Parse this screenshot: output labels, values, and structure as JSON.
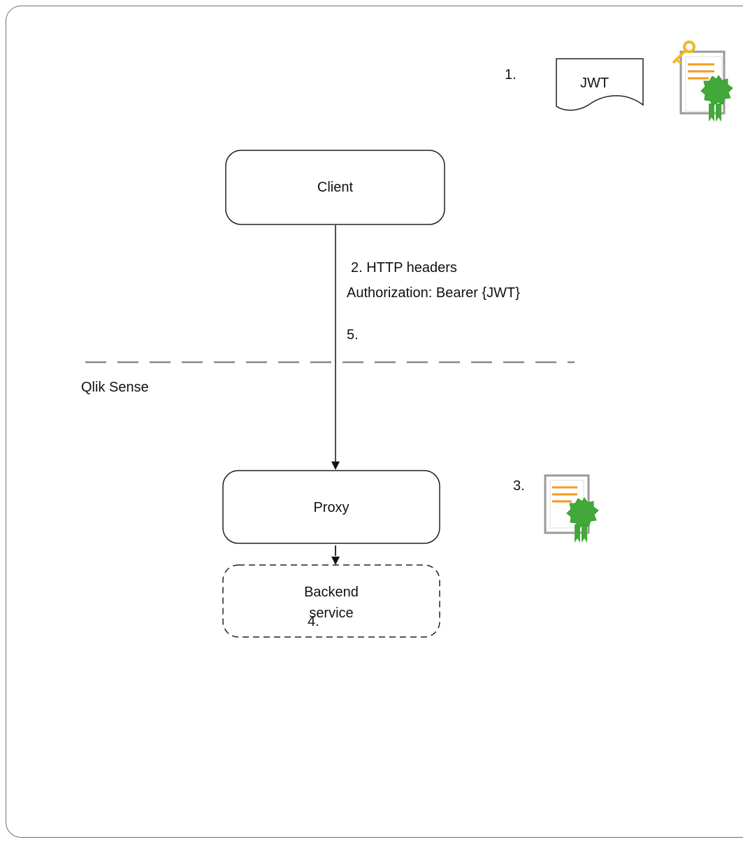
{
  "steps": {
    "step1": "1.",
    "step2": "2. HTTP headers",
    "step2_detail": "Authorization: Bearer {JWT}",
    "step3": "3.",
    "step4": "4.",
    "step5": "5."
  },
  "jwt_document": {
    "label": "JWT"
  },
  "nodes": {
    "client": "Client",
    "proxy": "Proxy",
    "backend_line1": "Backend",
    "backend_line2": "service"
  },
  "zone_label": "Qlik Sense",
  "icons": {
    "signing_certificate": "certificate-with-key-icon",
    "verification_certificate": "certificate-icon"
  },
  "colors": {
    "border": "#222222",
    "divider": "#888888",
    "certificate_lines": "#f39a1e",
    "certificate_seal": "#43a83a",
    "key": "#f2b825"
  }
}
